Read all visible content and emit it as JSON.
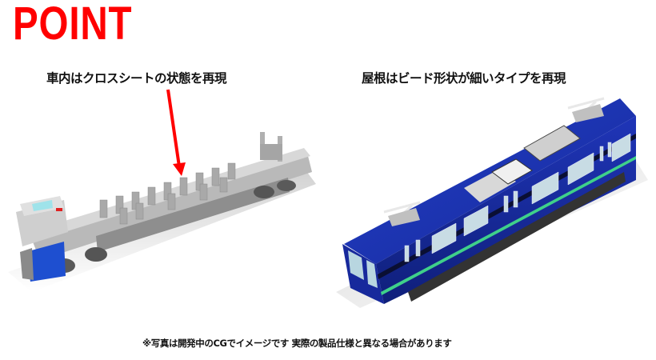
{
  "header": {
    "title": "POINT",
    "title_color": "#ff0000"
  },
  "features": [
    {
      "caption": "車内はクロスシートの状態を再現",
      "image": "chassis-interior-cg",
      "annotation": "red-arrow-icon"
    },
    {
      "caption": "屋根はビード形状が細いタイプを再現",
      "image": "train-car-body-cg"
    }
  ],
  "footnote": "※写真は開発中のCGでイメージです 実際の製品仕様と異なる場合があります",
  "colors": {
    "arrow": "#ff0000",
    "body_blue": "#1a2fb0",
    "chassis_gray": "#c8c8c8",
    "accent_green": "#3fd08a"
  }
}
